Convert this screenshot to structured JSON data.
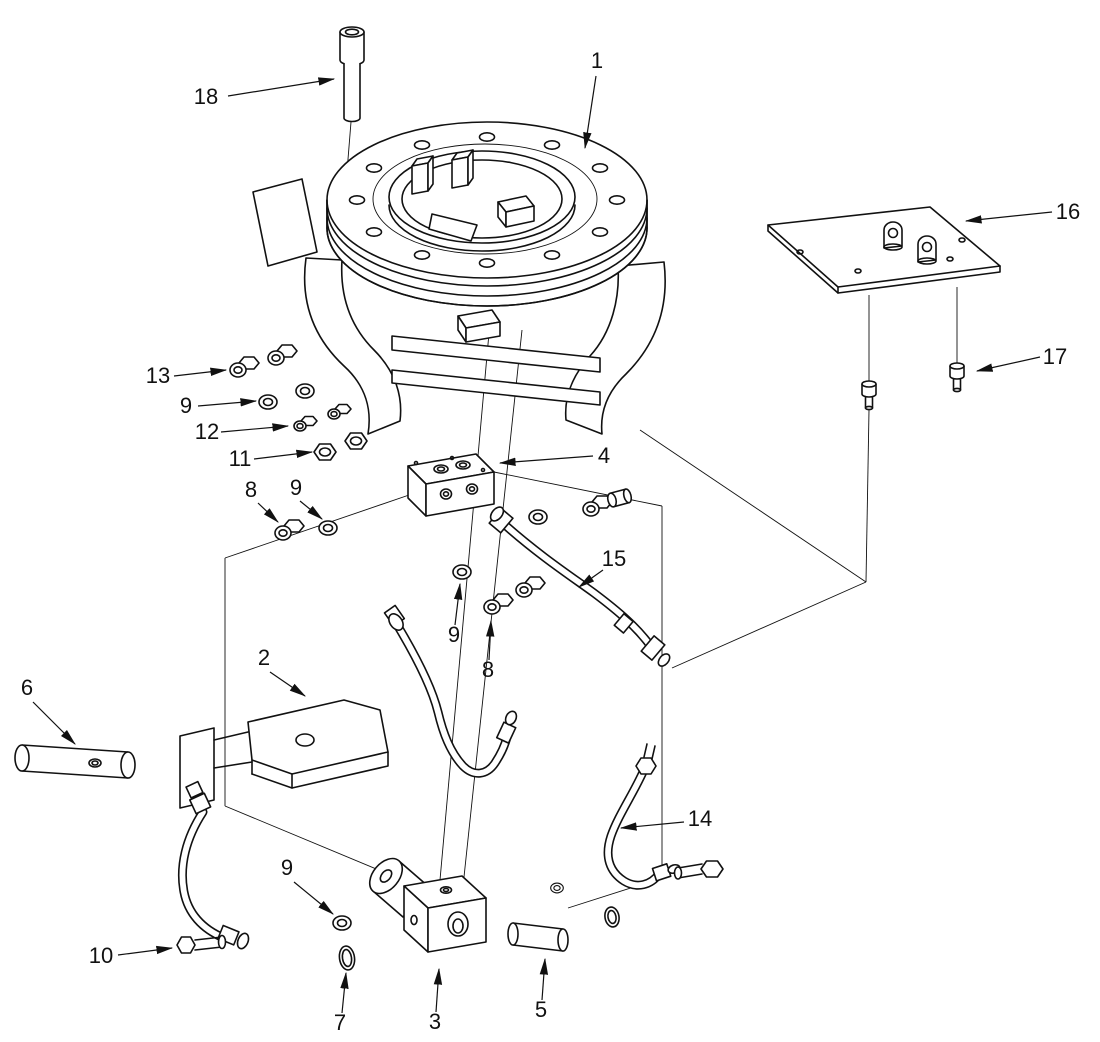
{
  "figure": {
    "background": "#ffffff",
    "ink": "#111111",
    "callouts": {
      "n1": "1",
      "n2": "2",
      "n3": "3",
      "n4": "4",
      "n5": "5",
      "n6": "6",
      "n7": "7",
      "n8a": "8",
      "n8b": "8",
      "n9a": "9",
      "n9b": "9",
      "n9c": "9",
      "n9d": "9",
      "n10": "10",
      "n11": "11",
      "n12": "12",
      "n13": "13",
      "n14": "14",
      "n15": "15",
      "n16": "16",
      "n17": "17",
      "n18": "18"
    }
  }
}
